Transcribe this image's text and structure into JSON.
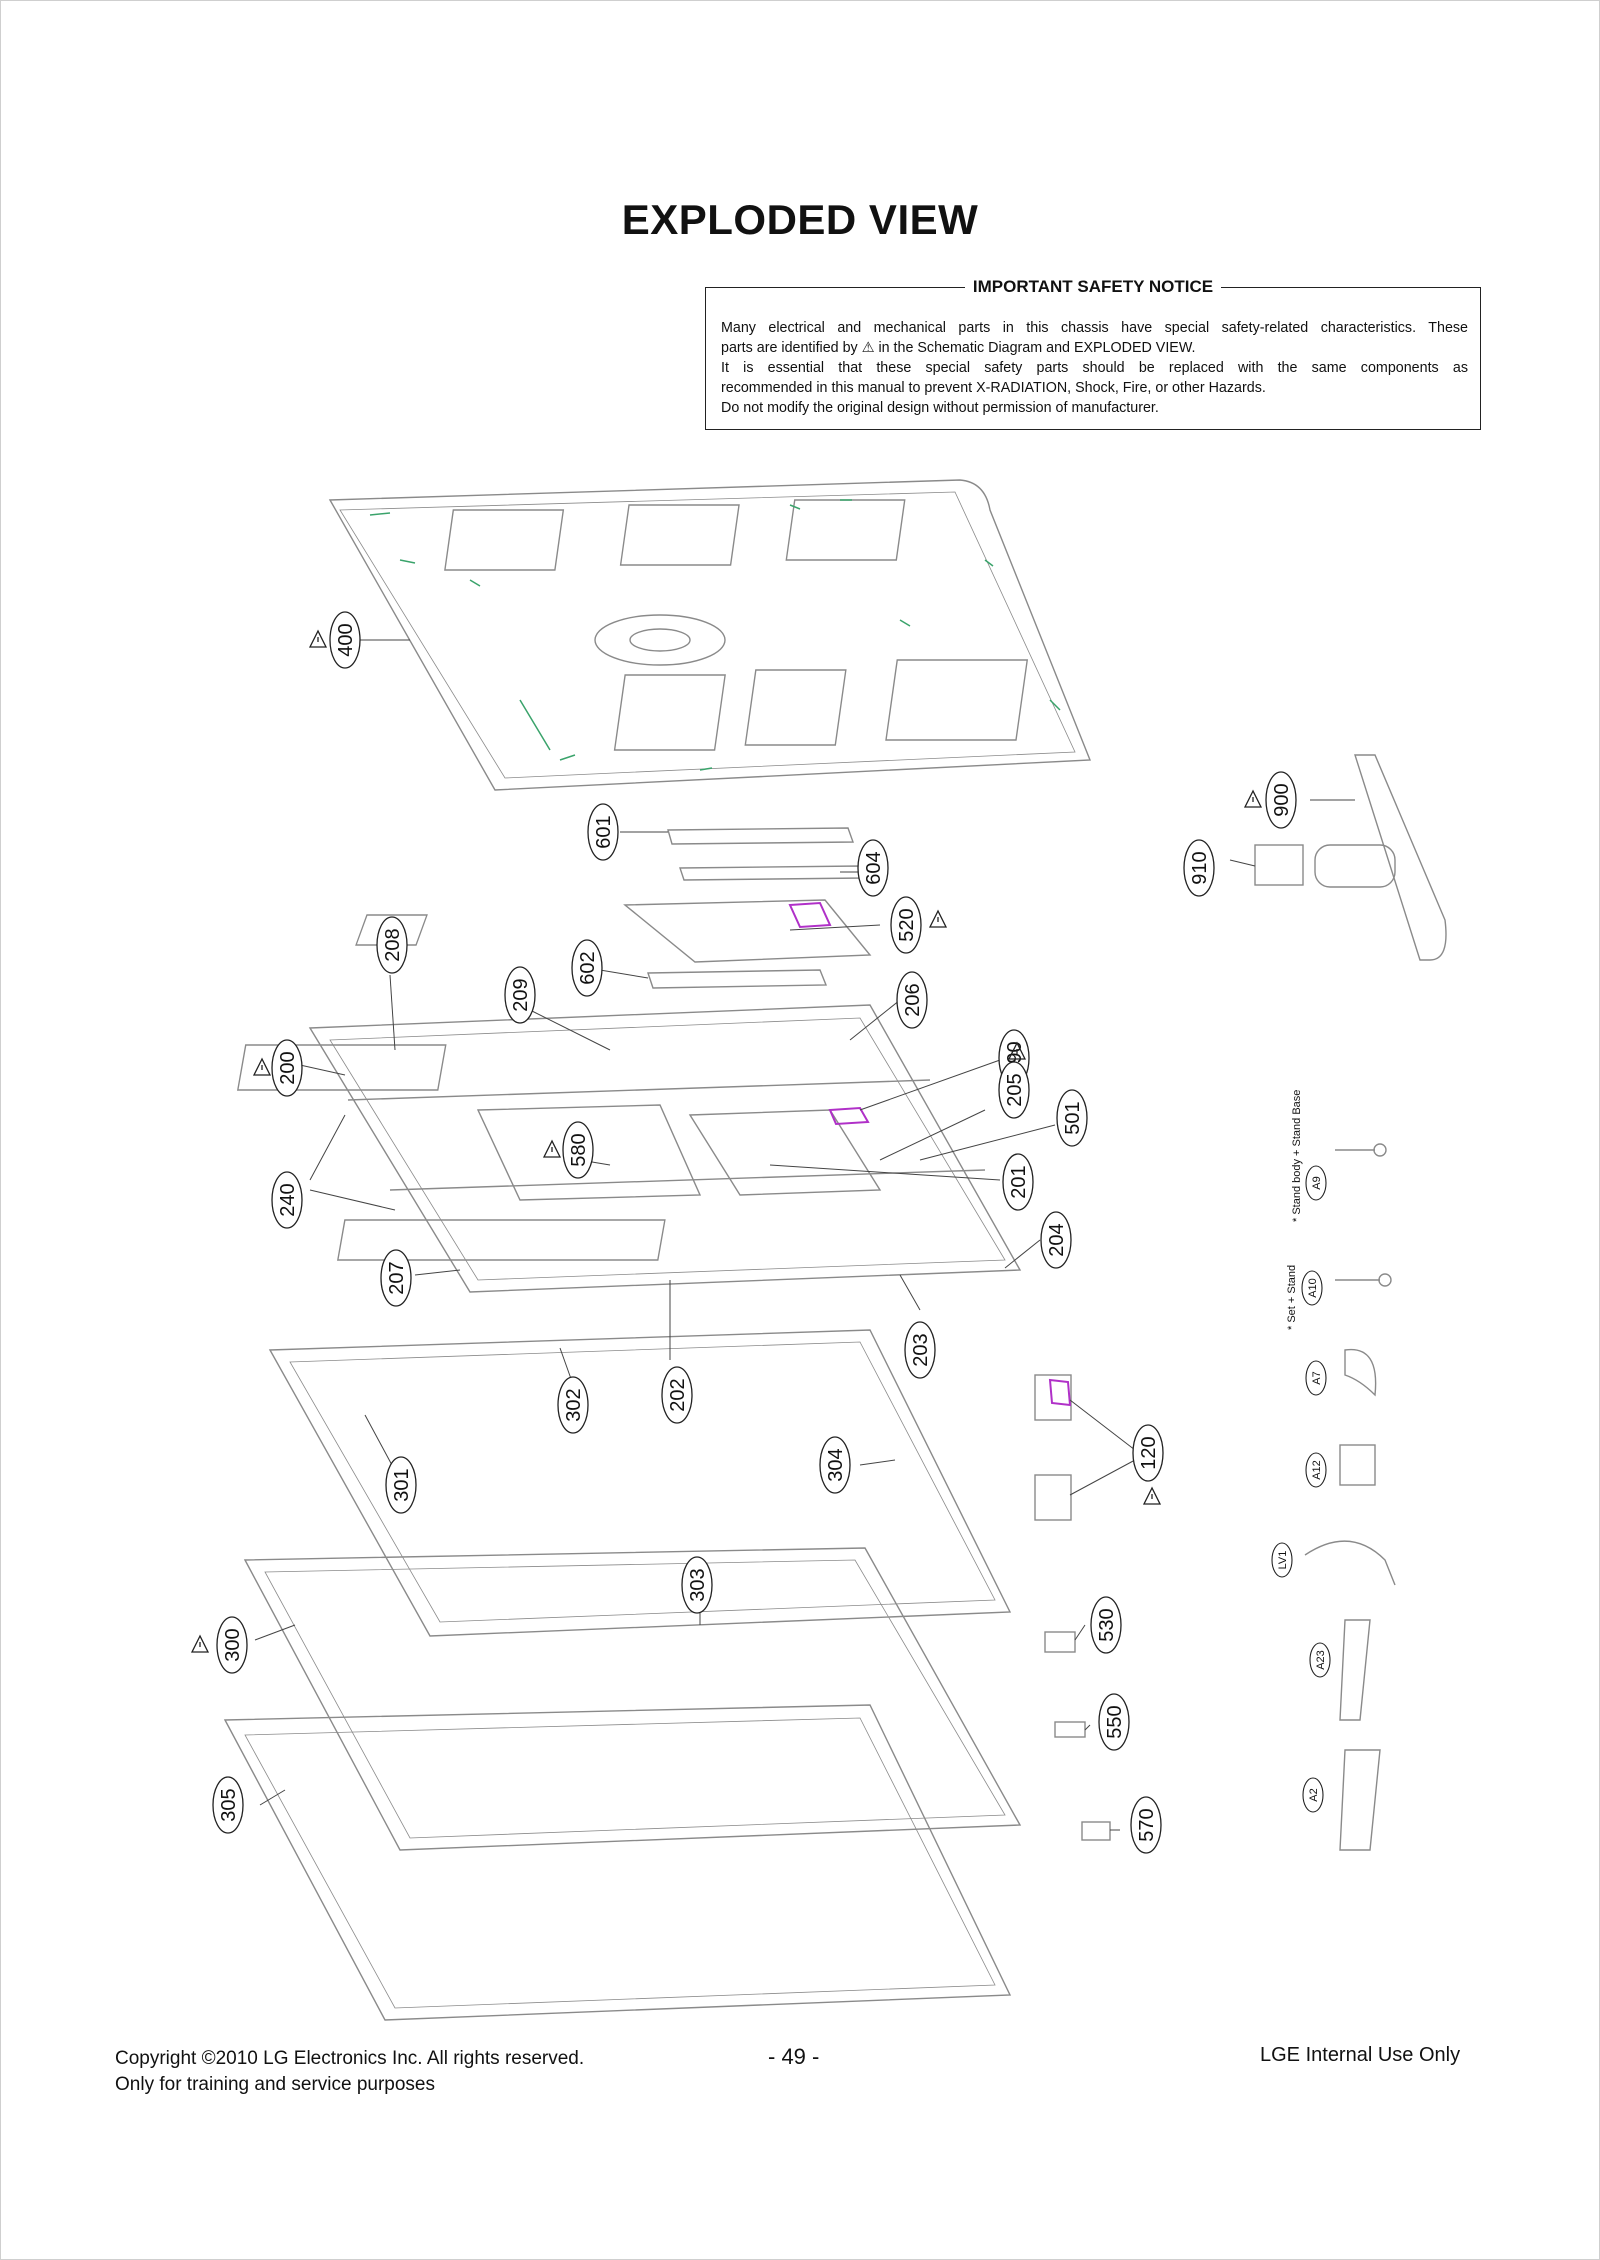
{
  "title": "EXPLODED VIEW",
  "notice": {
    "heading": "IMPORTANT SAFETY NOTICE",
    "lines": [
      "Many electrical and mechanical parts in this chassis have special safety-related characteristics. These",
      "parts are identified by  ⚠  in the Schematic Diagram and EXPLODED VIEW.",
      "It is essential that these special safety parts should be replaced with the same components as",
      "recommended in this manual to prevent X-RADIATION, Shock, Fire, or other Hazards.",
      "Do not modify the original design without permission of manufacturer."
    ]
  },
  "callouts": [
    "400",
    "601",
    "604",
    "520",
    "602",
    "208",
    "209",
    "206",
    "590",
    "200",
    "205",
    "501",
    "580",
    "240",
    "201",
    "204",
    "207",
    "203",
    "202",
    "302",
    "304",
    "120",
    "301",
    "303",
    "300",
    "530",
    "550",
    "305",
    "570",
    "900",
    "910"
  ],
  "accessories": [
    "A9",
    "A10",
    "A7",
    "A12",
    "LV1",
    "A23",
    "A2"
  ],
  "notes": {
    "stand_body": "* Stand body + Stand Base",
    "set_stand": "* Set + Stand"
  },
  "footer": {
    "copyright": "Copyright ©2010 LG Electronics Inc. All rights reserved.",
    "purpose": "Only for training and service purposes",
    "page": "- 49 -",
    "internal": "LGE Internal Use Only"
  },
  "colors": {
    "line": "#8a8a8a",
    "highlight_green": "#3aa36b",
    "highlight_magenta": "#b030c8"
  }
}
